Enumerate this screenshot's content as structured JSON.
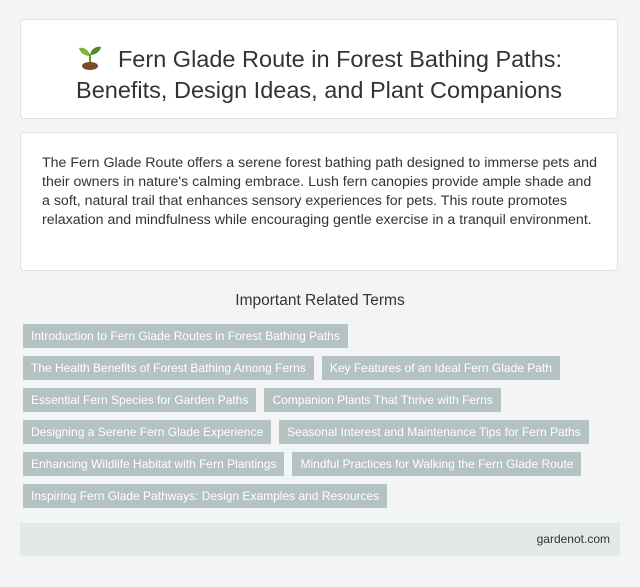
{
  "header": {
    "icon": "seedling-icon",
    "title_line1": "Fern Glade Route in Forest Bathing Paths:",
    "title_line2": "Benefits, Design Ideas, and Plant Companions"
  },
  "intro": {
    "text": "The Fern Glade Route offers a serene forest bathing path designed to immerse pets and their owners in nature's calming embrace. Lush fern canopies provide ample shade and a soft, natural trail that enhances sensory experiences for pets. This route promotes relaxation and mindfulness while encouraging gentle exercise in a tranquil environment."
  },
  "related": {
    "heading": "Important Related Terms",
    "tags": [
      "Introduction to Fern Glade Routes in Forest Bathing Paths",
      "The Health Benefits of Forest Bathing Among Ferns",
      "Key Features of an Ideal Fern Glade Path",
      "Essential Fern Species for Garden Paths",
      "Companion Plants That Thrive with Ferns",
      "Designing a Serene Fern Glade Experience",
      "Seasonal Interest and Maintenance Tips for Fern Paths",
      "Enhancing Wildlife Habitat with Fern Plantings",
      "Mindful Practices for Walking the Fern Glade Route",
      "Inspiring Fern Glade Pathways: Design Examples and Resources"
    ]
  },
  "footer": {
    "site": "gardenot.com"
  },
  "colors": {
    "tag_bg": "#b5c2c4",
    "page_bg": "#f2f5f4",
    "footer_bg": "#e3e9e7"
  }
}
